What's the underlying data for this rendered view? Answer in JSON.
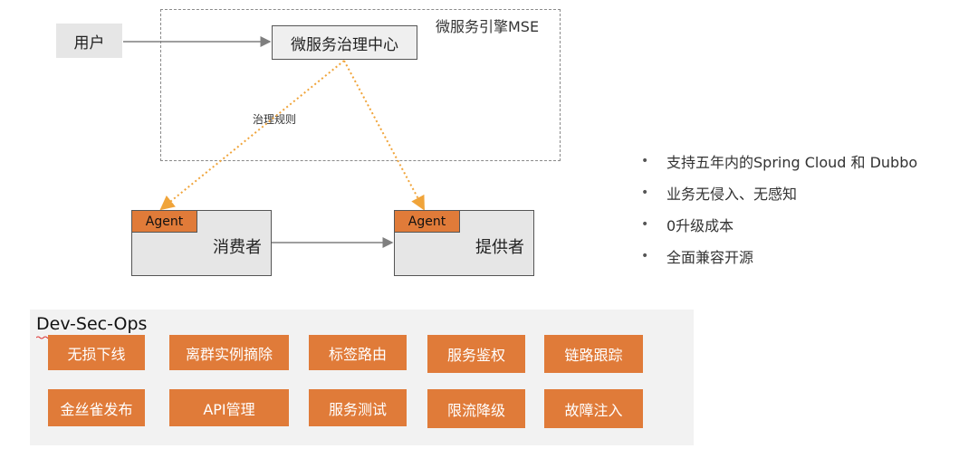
{
  "region_title": "微服务引擎MSE",
  "user_label": "用户",
  "center_label": "微服务治理中心",
  "rule_label": "治理规则",
  "consumer": {
    "agent": "Agent",
    "label": "消费者"
  },
  "provider": {
    "agent": "Agent",
    "label": "提供者"
  },
  "bullets": [
    "支持五年内的Spring Cloud 和 Dubbo",
    "业务无侵入、无感知",
    "0升级成本",
    "全面兼容开源"
  ],
  "devsecops": {
    "title": "Dev-Sec-Ops",
    "row1": [
      "无损下线",
      "离群实例摘除",
      "标签路由",
      "服务鉴权",
      "链路跟踪"
    ],
    "row2": [
      "金丝雀发布",
      "API管理",
      "服务测试",
      "限流降级",
      "故障注入"
    ]
  },
  "colors": {
    "accent": "#e07b39",
    "arrow": "#7f7f7f",
    "dotted": "#f0a43a"
  }
}
